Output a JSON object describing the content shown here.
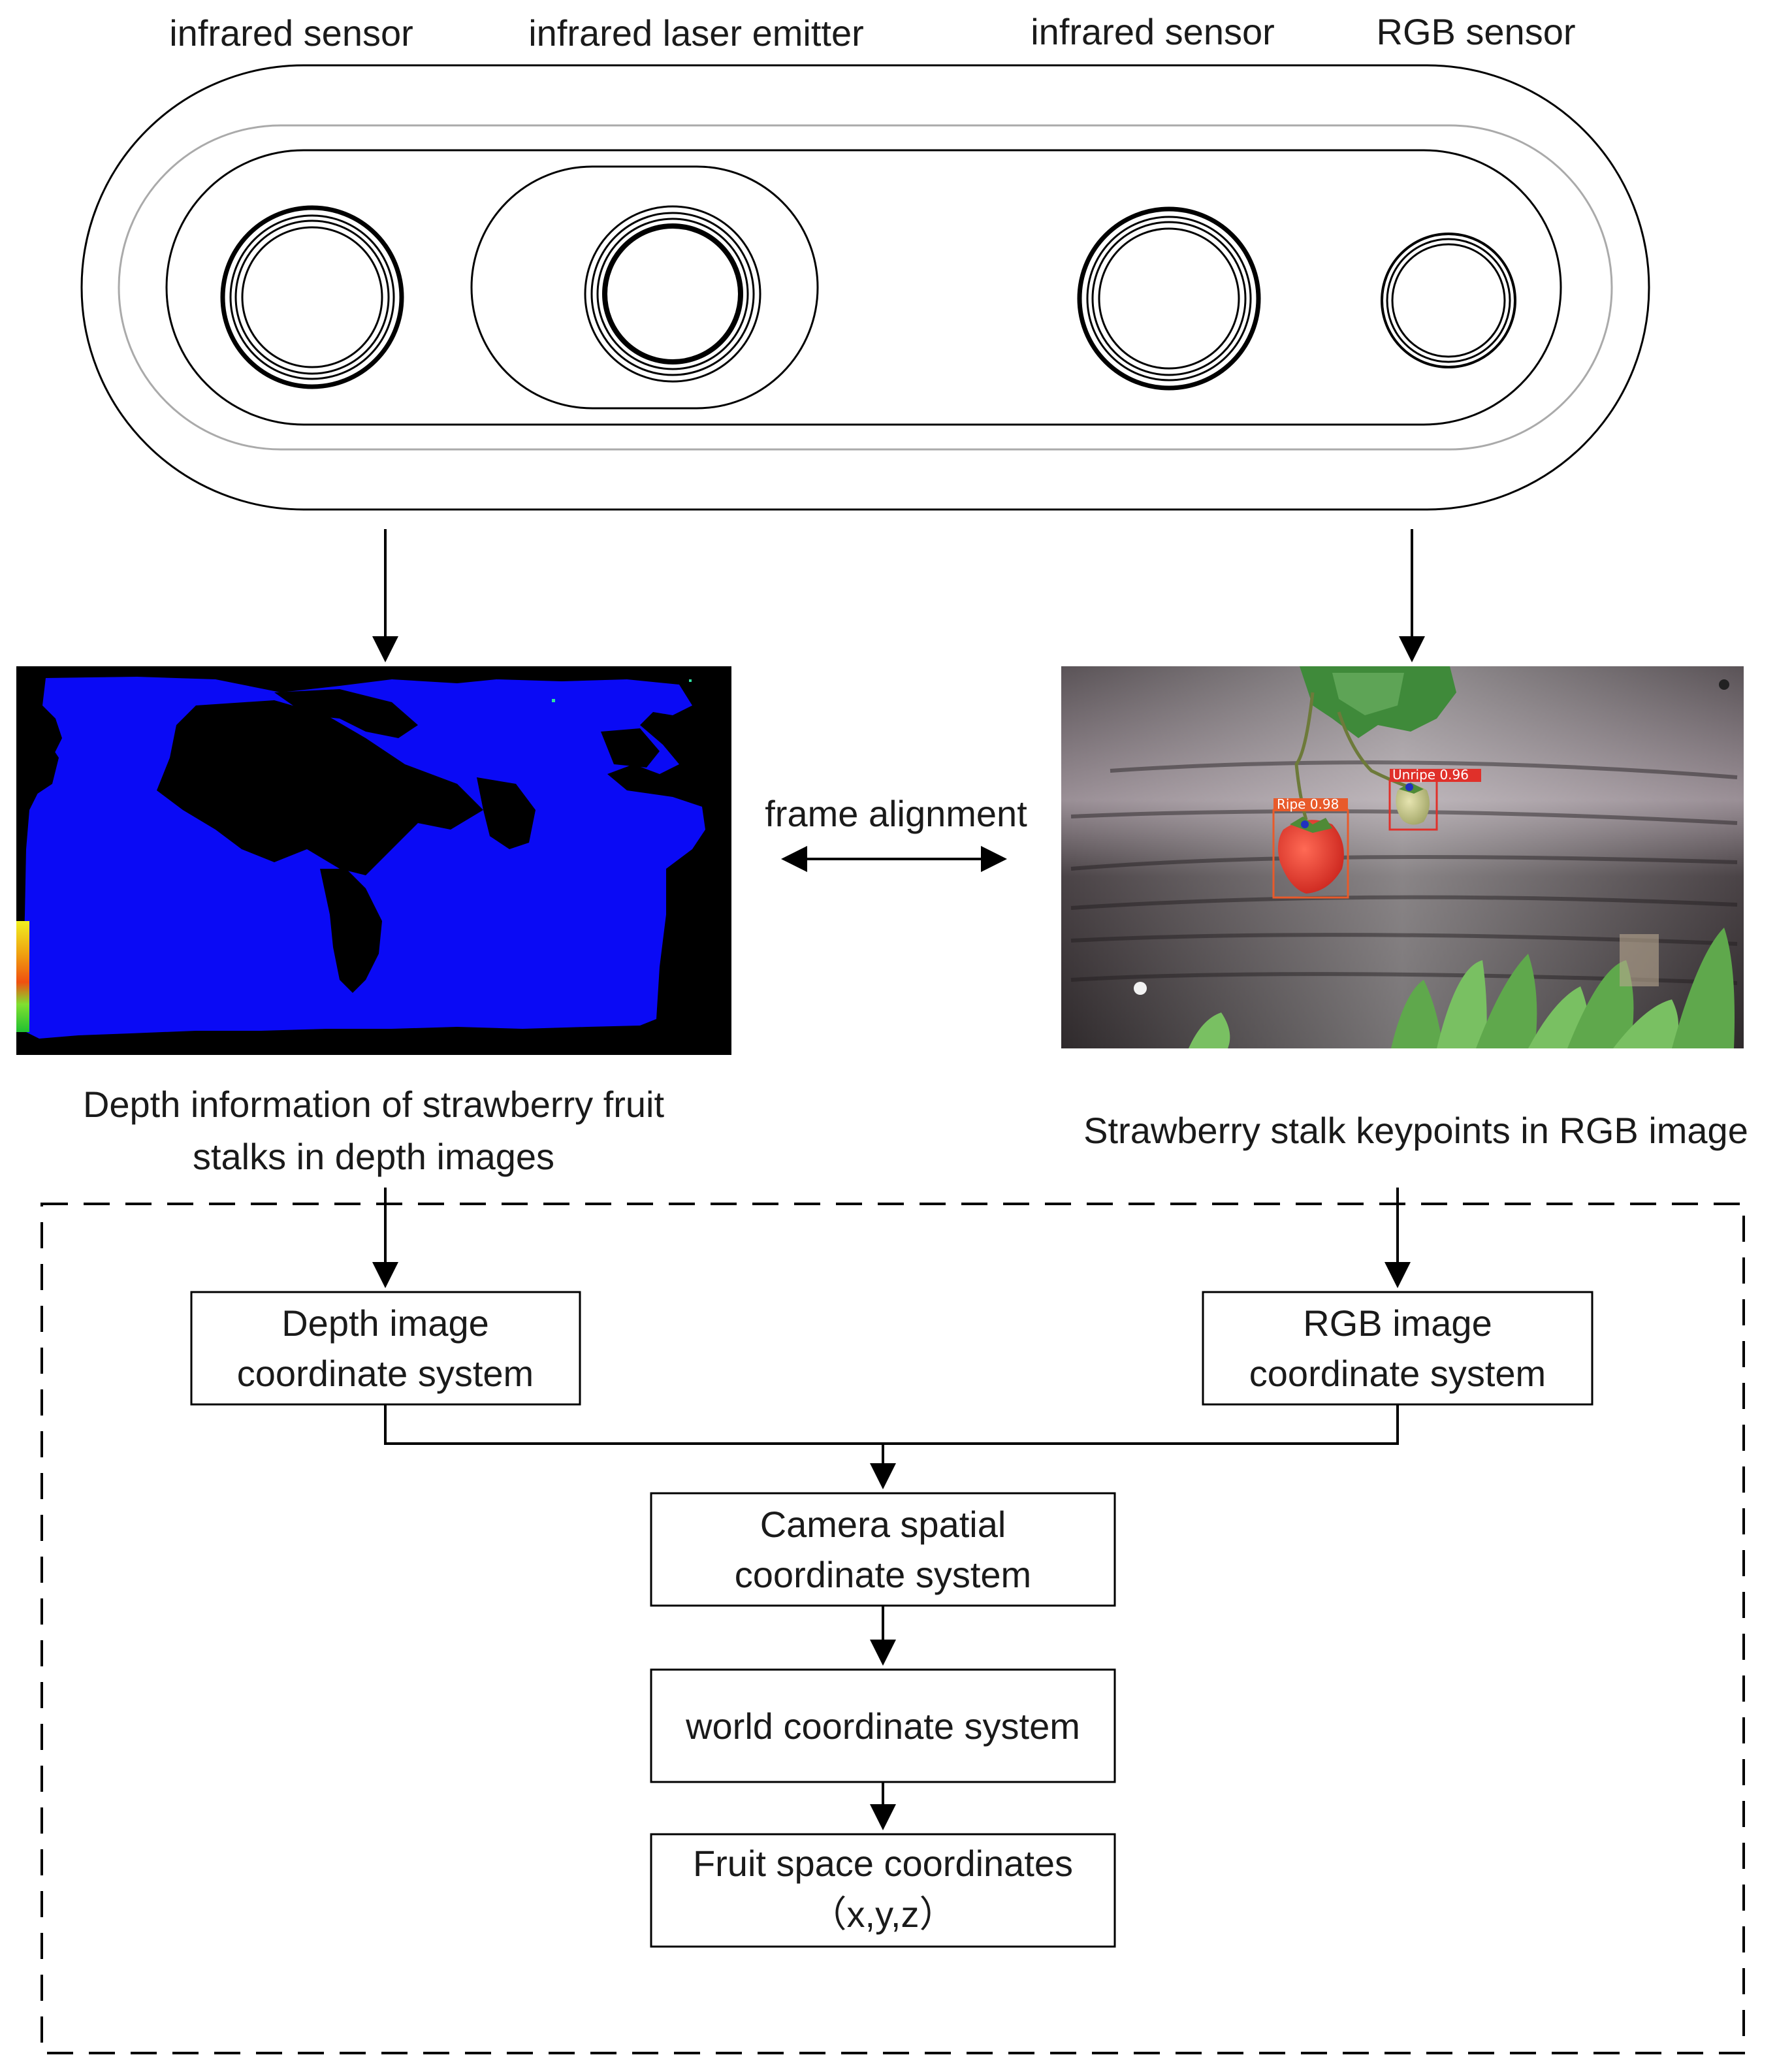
{
  "camera": {
    "labels": {
      "infrared_sensor_left": "infrared sensor",
      "laser_emitter": "infrared laser emitter",
      "infrared_sensor_right": "infrared sensor",
      "rgb_sensor": "RGB sensor"
    }
  },
  "images": {
    "depth_caption_line1": "Depth information of strawberry fruit",
    "depth_caption_line2": "stalks in depth images",
    "rgb_caption": "Strawberry stalk keypoints in RGB image",
    "alignment_label": "frame alignment",
    "detections": {
      "ripe": "Ripe  0.98",
      "unripe": "Unripe  0.96"
    }
  },
  "flow": {
    "depth_box": [
      "Depth image",
      "coordinate system"
    ],
    "rgb_box": [
      "RGB image",
      "coordinate system"
    ],
    "camera_box": [
      "Camera spatial",
      "coordinate system"
    ],
    "world_box": [
      "world coordinate system"
    ],
    "fruit_box": [
      "Fruit space coordinates",
      "（x,y,z）"
    ]
  },
  "colors": {
    "depth_blue": "#0a0af5",
    "depth_black": "#000000",
    "film_dark": "#3a3538",
    "ripe_red": "#e8342a",
    "unripe_green": "#c8c98a",
    "leaf_green": "#3f8a3a",
    "detection_box": "#e0302a",
    "keypoint": "#2030c0"
  }
}
